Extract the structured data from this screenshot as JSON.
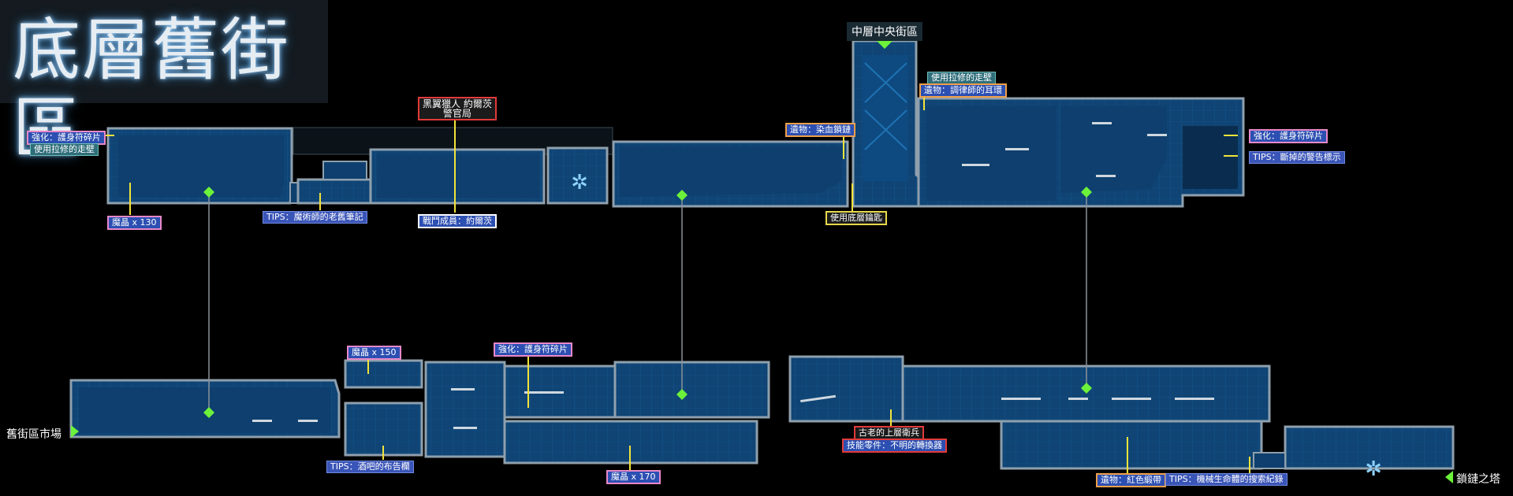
{
  "title": "底層舊街區",
  "areas": {
    "top": "中層中央街區",
    "left": "舊街區市場",
    "right": "鎖鏈之塔"
  },
  "boss": {
    "name": "黑翼獵人 約爾茨",
    "subtitle": "警官局"
  },
  "labels": {
    "enh1": "強化：護身符碎片",
    "wall1": "使用拉修的走壁",
    "magic130": "魔晶 x 130",
    "tips_mage": "TIPS：魔術師的老舊筆記",
    "fighter": "戰鬥成員：約爾茨",
    "relic_blood": "遺物：染血鎖鏈",
    "use_bottom": "使用底層鑰匙",
    "wall2": "使用拉修的走壁",
    "relic_tuner": "遺物：調律師的耳環",
    "enh2": "強化：護身符碎片",
    "tips_warn": "TIPS：斷掉的警告標示",
    "magic150": "魔晶 x 150",
    "enh3": "強化：護身符碎片",
    "tips_bar": "TIPS：酒吧的布告欄",
    "magic170": "魔晶 x 170",
    "ancient": "古老的上層衛兵",
    "skill_part": "技能零件：不明的轉換器",
    "relic_red": "遺物：紅色緞帶",
    "tips_mech": "TIPS：機械生命體的搜索紀錄"
  },
  "colors": {
    "room_fill": "#0e3f6e",
    "room_stroke": "#8fa0ad",
    "connector": "#8a939b",
    "pointer": "#f2e33a",
    "save_point": "#6cf23a"
  }
}
